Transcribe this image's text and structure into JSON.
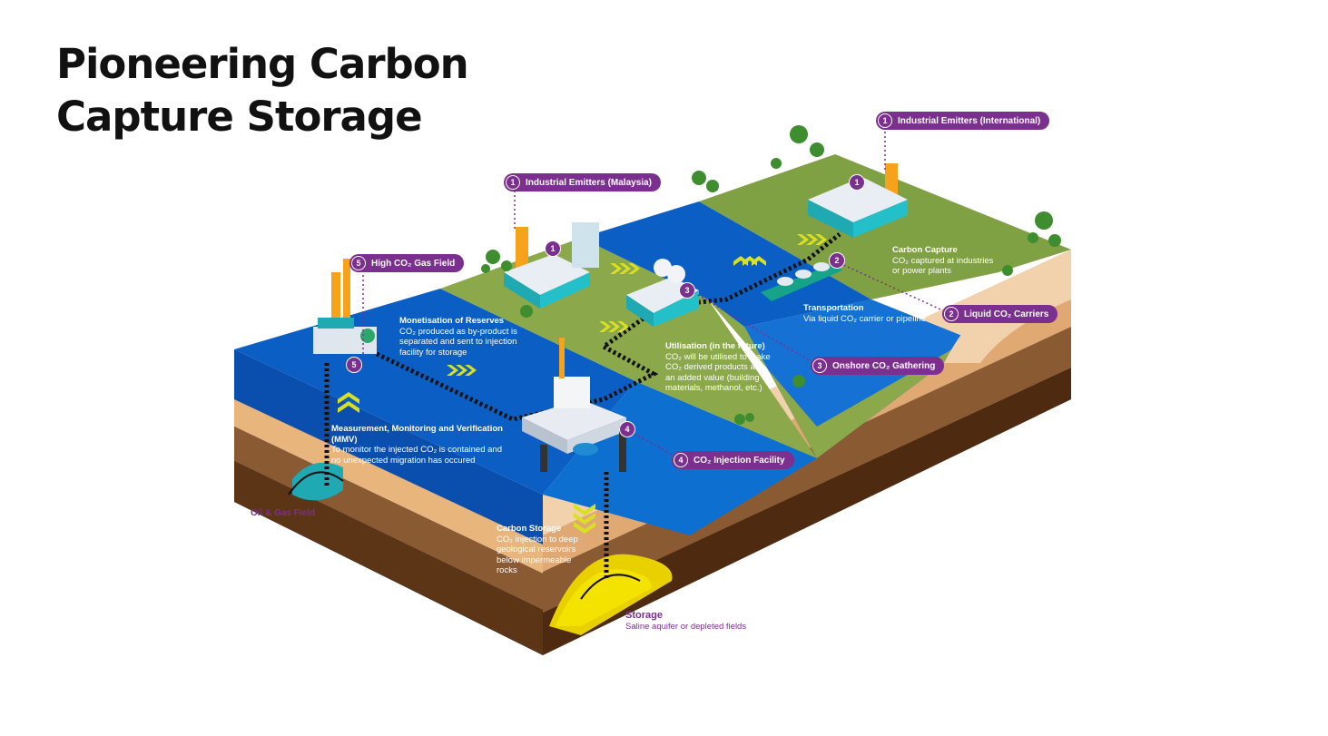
{
  "title": {
    "line1": "Pioneering Carbon",
    "line2": "Capture Storage"
  },
  "colors": {
    "accent": "#7b2f8f",
    "sea": "#0b5fc4",
    "land": "#7fa043",
    "sand": "#f0c9a0",
    "chevron": "#d9e021"
  },
  "labels": {
    "industrial_international": {
      "num": "1",
      "text": "Industrial Emitters (International)"
    },
    "industrial_malaysia": {
      "num": "1",
      "text": "Industrial Emitters (Malaysia)"
    },
    "high_co2_field": {
      "num": "5",
      "text": "High CO₂ Gas Field"
    },
    "liquid_carriers": {
      "num": "2",
      "text": "Liquid CO₂ Carriers"
    },
    "onshore_gathering": {
      "num": "3",
      "text": "Onshore CO₂ Gathering"
    },
    "injection_facility": {
      "num": "4",
      "text": "CO₂ Injection Facility"
    }
  },
  "badges": {
    "b1_left": "1",
    "b1_right": "1",
    "b2": "2",
    "b3": "3",
    "b4": "4",
    "b5": "5"
  },
  "info": {
    "carbon_capture": {
      "title": "Carbon Capture",
      "l1": "CO₂ captured at industries",
      "l2": "or power plants"
    },
    "transportation": {
      "title": "Transportation",
      "l1": "Via liquid CO₂ carrier or pipeline"
    },
    "monetisation": {
      "title": "Monetisation of Reserves",
      "l1": "CO₂ produced as by-product is",
      "l2": "separated and sent to injection",
      "l3": "facility for storage"
    },
    "utilisation": {
      "title": "Utilisation (in the future)",
      "l1": "CO₂ will be utilised to make",
      "l2": "CO₂ derived products as",
      "l3": "an added value (building",
      "l4": "materials, methanol, etc.)"
    },
    "mmv": {
      "title": "Measurement, Monitoring and Verification",
      "title2": "(MMV)",
      "l1": "To monitor the injected CO₂ is contained and",
      "l2": "no unexpected migration has occured"
    },
    "carbon_storage": {
      "title": "Carbon  Storage",
      "l1": "CO₂ injection to deep",
      "l2": "geological reservoirs",
      "l3": "below impermeable",
      "l4": "rocks"
    },
    "storage": {
      "title": "Storage",
      "l1": "Saline aquifer or depleted fields"
    },
    "oil_gas": {
      "title": "Oil & Gas Field"
    }
  }
}
